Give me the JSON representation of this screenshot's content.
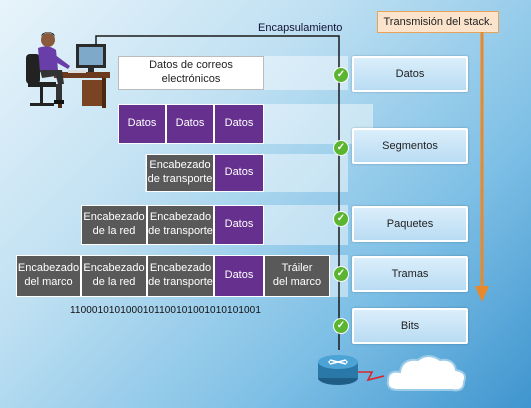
{
  "titles": {
    "encapsulation": "Encapsulamiento",
    "stack_transmission": "Transmisión del stack."
  },
  "rows": {
    "email": "Datos de correos electrónicos",
    "data_row": [
      "Datos",
      "Datos",
      "Datos"
    ],
    "transport_row": [
      "Encabezado\nde transporte",
      "Datos"
    ],
    "network_row": [
      "Encabezado\nde la red",
      "Encabezado\nde transporte",
      "Datos"
    ],
    "frame_row": [
      "Encabezado\ndel marco",
      "Encabezado\nde la red",
      "Encabezado\nde transporte",
      "Datos",
      "Tráiler\ndel marco"
    ],
    "bits": "1100010101000101100101001010101001"
  },
  "layers": [
    "Datos",
    "Segmentos",
    "Paquetes",
    "Tramas",
    "Bits"
  ],
  "colors": {
    "header_gray": "#595959",
    "data_purple": "#66308e",
    "check_green": "#5cb531",
    "arrow_orange": "#e8892c",
    "encapsulation_line": "#1a1a1a"
  },
  "icons": [
    "user-at-computer-icon",
    "router-icon",
    "cloud-icon",
    "check-icon",
    "arrow-down-icon"
  ]
}
